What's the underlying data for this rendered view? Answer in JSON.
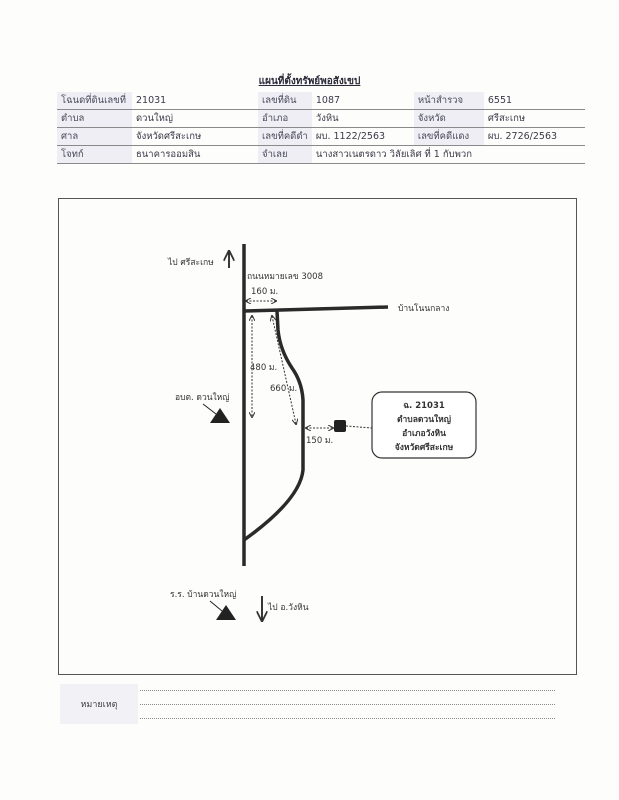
{
  "title": "แผนที่ตั้งทรัพย์พอสังเขป",
  "info": [
    [
      "โฉนดที่ดินเลขที่",
      "21031",
      "เลขที่ดิน",
      "1087",
      "หน้าสำรวจ",
      "6551"
    ],
    [
      "ตำบล",
      "ดวนใหญ่",
      "อำเภอ",
      "วังหิน",
      "จังหวัด",
      "ศรีสะเกษ"
    ],
    [
      "ศาล",
      "จังหวัดศรีสะเกษ",
      "เลขที่คดีดำ",
      "ผบ. 1122/2563",
      "เลขที่คดีแดง",
      "ผบ. 2726/2563"
    ],
    [
      "โจทก์",
      "ธนาคารออมสิน",
      "จำเลย",
      "นางสาวเนตรดาว วิลัยเลิศ ที่ 1 กับพวก",
      "",
      ""
    ]
  ],
  "map": {
    "to_north": "ไป ศรีสะเกษ",
    "road_name": "ถนนหมายเลข 3008",
    "dist_160": "160 ม.",
    "east_village": "บ้านโนนกลาง",
    "dist_480": "480 ม.",
    "dist_660": "660 ม.",
    "dist_150": "150 ม.",
    "landmark_sao": "อบต. ดวนใหญ่",
    "landmark_school": "ร.ร. บ้านดวนใหญ่",
    "to_south": "ไป อ.วังหิน",
    "callout": [
      "ฉ. 21031",
      "ตำบลดวนใหญ่",
      "อำเภอวังหิน",
      "จังหวัดศรีสะเกษ"
    ]
  },
  "notes_label": "หมายเหตุ"
}
